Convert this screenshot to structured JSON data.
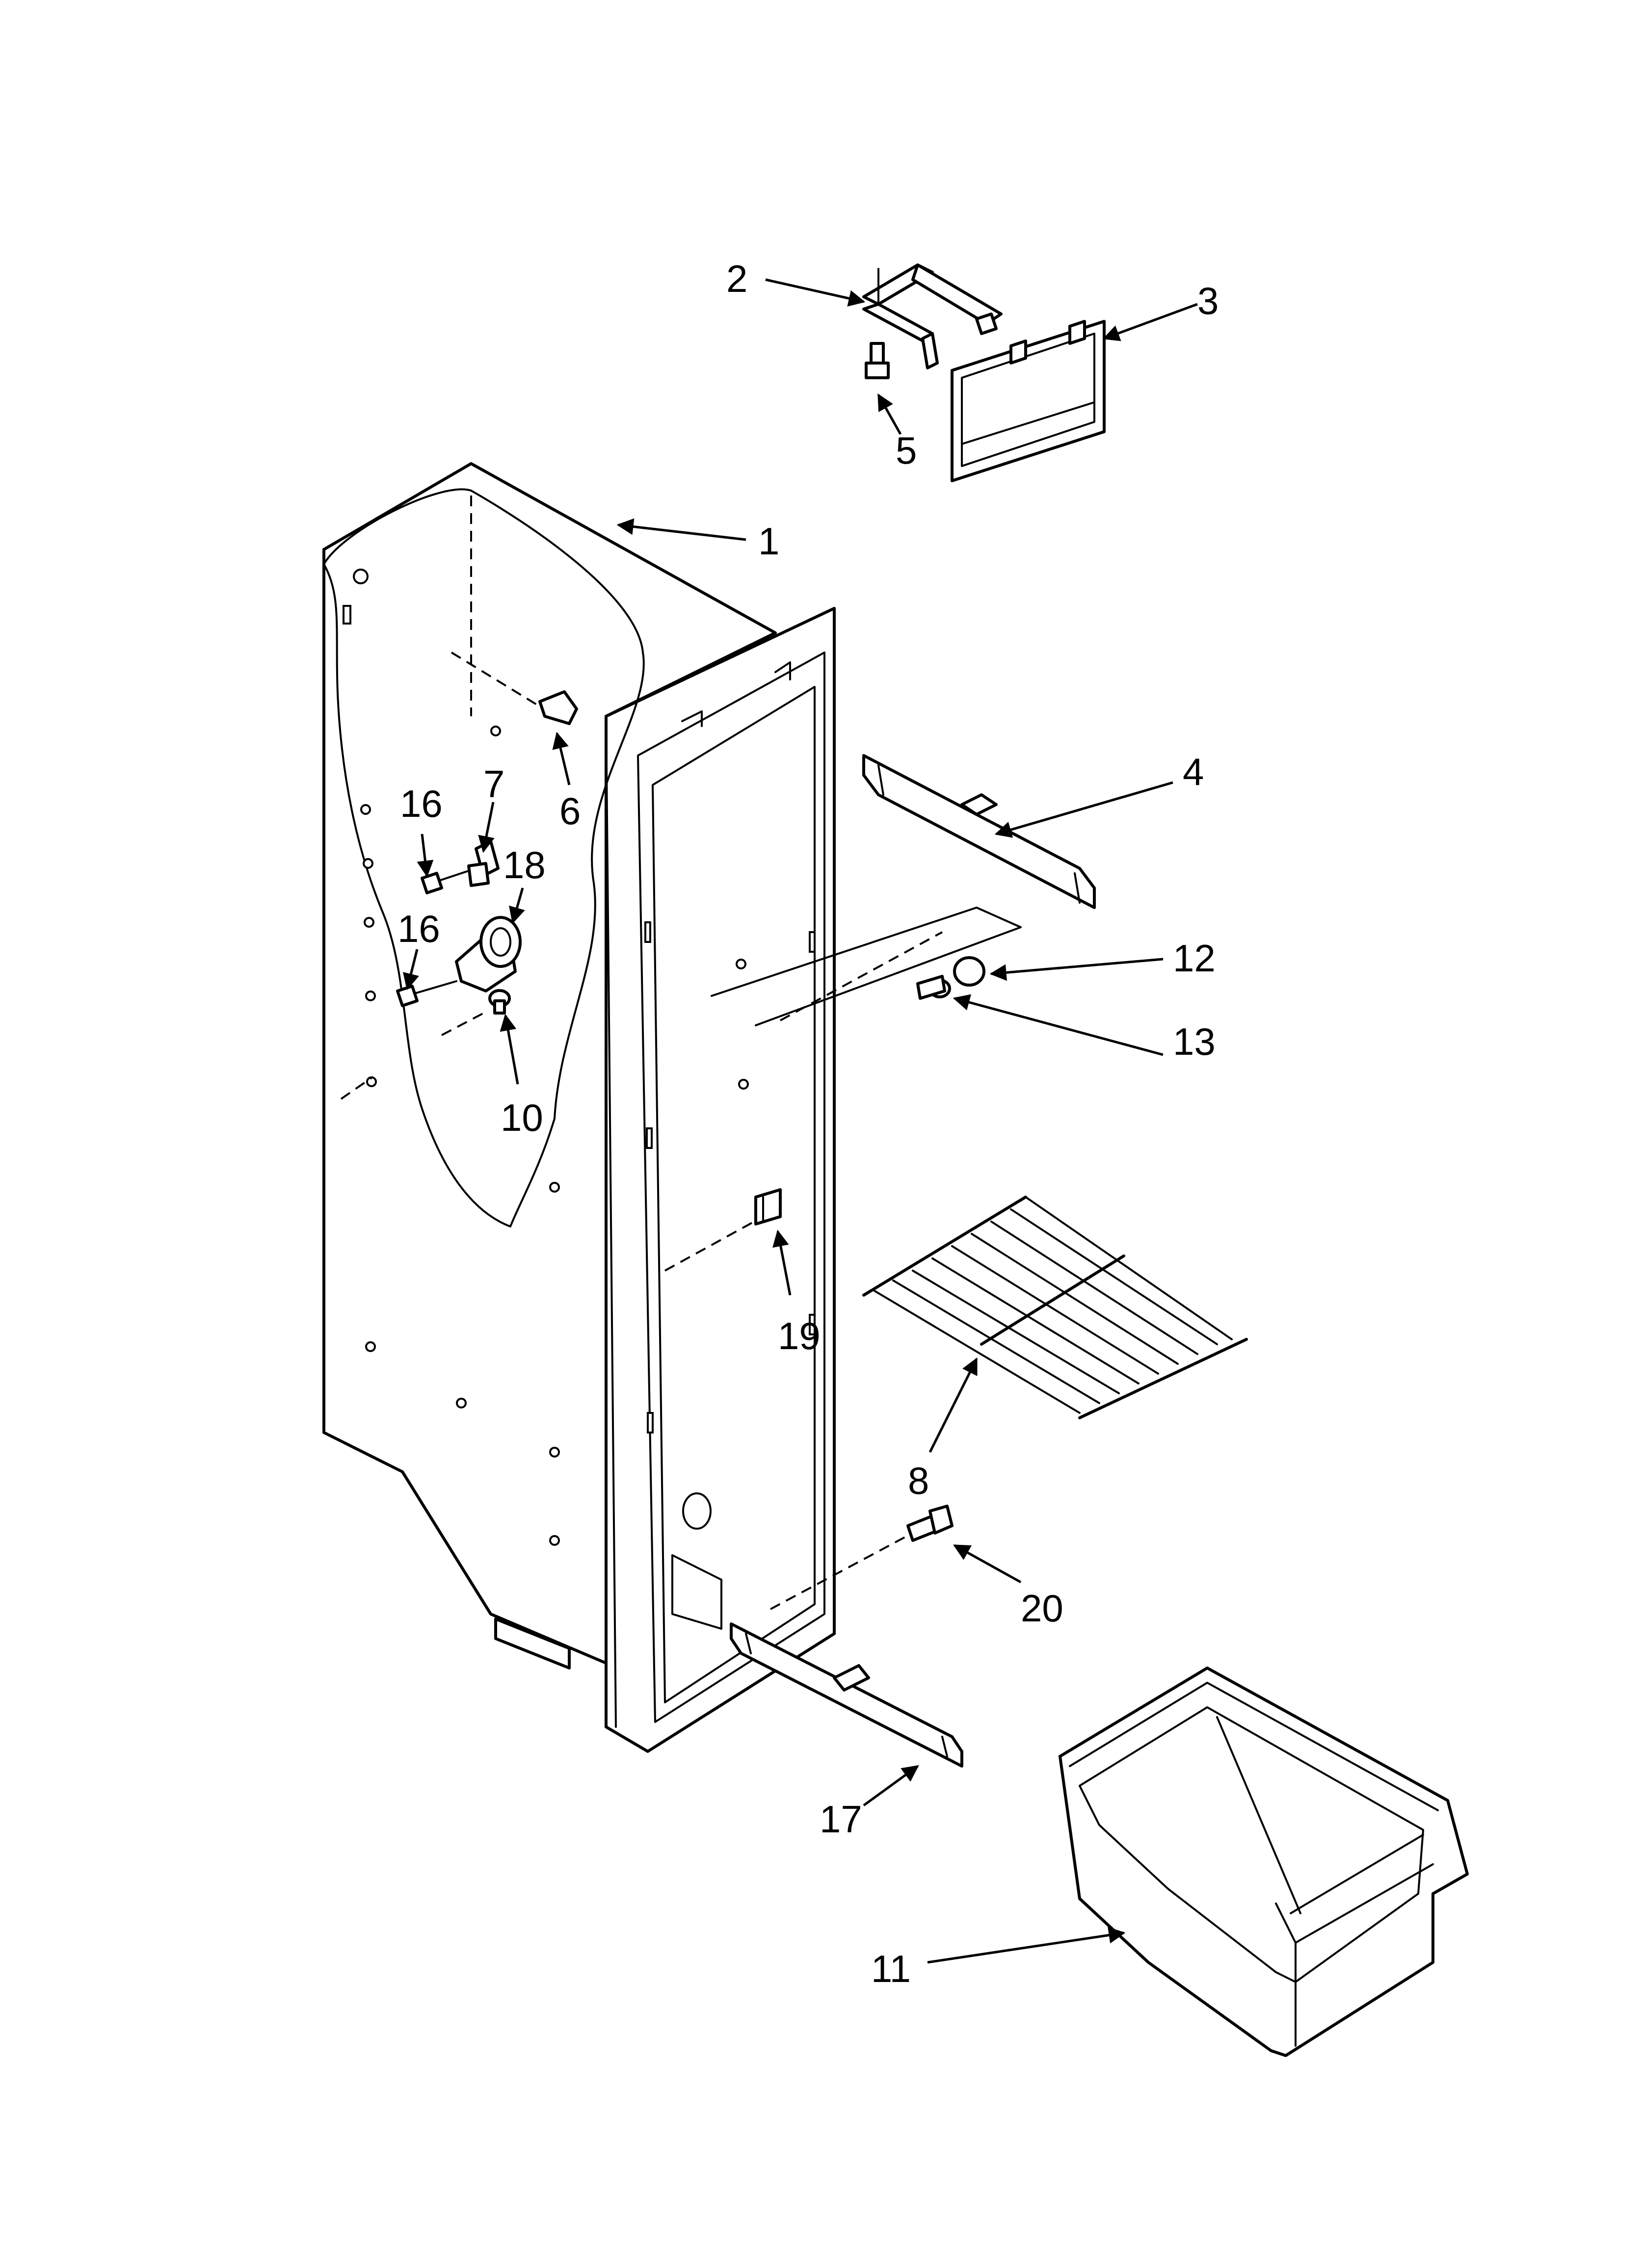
{
  "callouts": [
    {
      "id": "c1",
      "label": "1"
    },
    {
      "id": "c2",
      "label": "2"
    },
    {
      "id": "c3",
      "label": "3"
    },
    {
      "id": "c4",
      "label": "4"
    },
    {
      "id": "c5",
      "label": "5"
    },
    {
      "id": "c6",
      "label": "6"
    },
    {
      "id": "c7",
      "label": "7"
    },
    {
      "id": "c8",
      "label": "8"
    },
    {
      "id": "c10",
      "label": "10"
    },
    {
      "id": "c11",
      "label": "11"
    },
    {
      "id": "c12",
      "label": "12"
    },
    {
      "id": "c13",
      "label": "13"
    },
    {
      "id": "c16a",
      "label": "16"
    },
    {
      "id": "c16b",
      "label": "16"
    },
    {
      "id": "c17",
      "label": "17"
    },
    {
      "id": "c18",
      "label": "18"
    },
    {
      "id": "c19",
      "label": "19"
    },
    {
      "id": "c20",
      "label": "20"
    }
  ]
}
